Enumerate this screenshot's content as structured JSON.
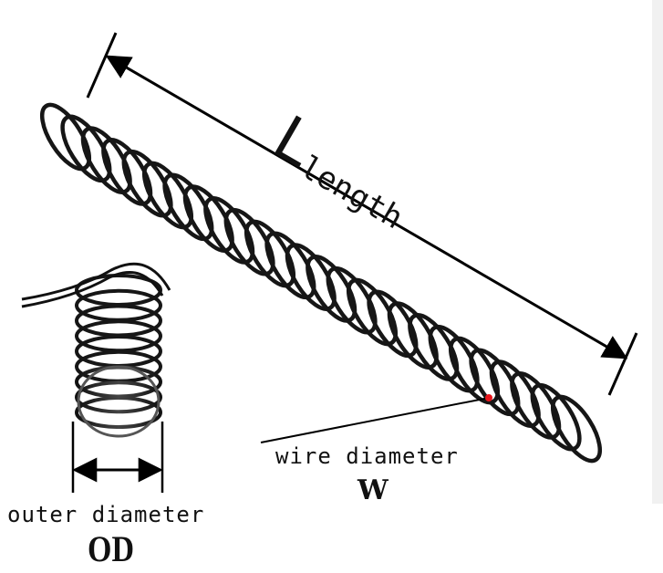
{
  "labels": {
    "length_letter": "L",
    "length_sub": "length",
    "wire_label": "wire diameter",
    "wire_symbol": "W",
    "od_label": "outer diameter",
    "od_symbol": "OD"
  },
  "colors": {
    "wire": "#161616",
    "arrow": "#000000",
    "marker": "#e8141a"
  },
  "spring_long": {
    "coils": 26
  },
  "spring_short": {
    "coils": 9
  }
}
